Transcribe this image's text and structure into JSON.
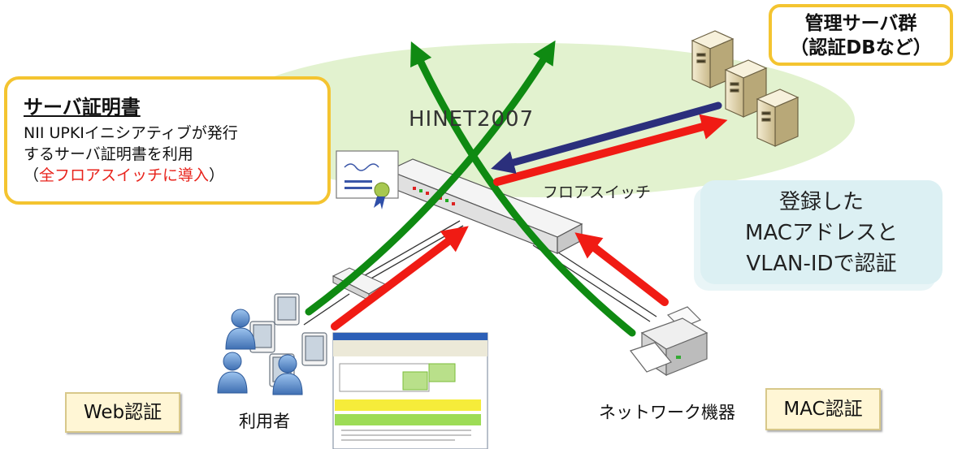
{
  "network_name": "HINET2007",
  "cert_box": {
    "title": "サーバ証明書",
    "line1": "NII UPKIイニシアティブが発行",
    "line2": "するサーバ証明書を利用",
    "line3_prefix": "（",
    "line3_red": "全フロアスイッチに導入",
    "line3_suffix": "）"
  },
  "admin_box": {
    "line1": "管理サーバ群",
    "line2": "（認証DBなど）"
  },
  "callout": {
    "line1": "登録した",
    "line2": "MACアドレスと",
    "line3": "VLAN-IDで認証"
  },
  "floor_switch_label": "フロアスイッチ",
  "users_label": "利用者",
  "device_label": "ネットワーク機器",
  "web_auth_label": "Web認証",
  "mac_auth_label": "MAC認証",
  "colors": {
    "green_arrow": "#0f8a12",
    "red_arrow": "#f01b14",
    "navy_arrow": "#2b2f7c",
    "box_border": "#f4c430"
  }
}
